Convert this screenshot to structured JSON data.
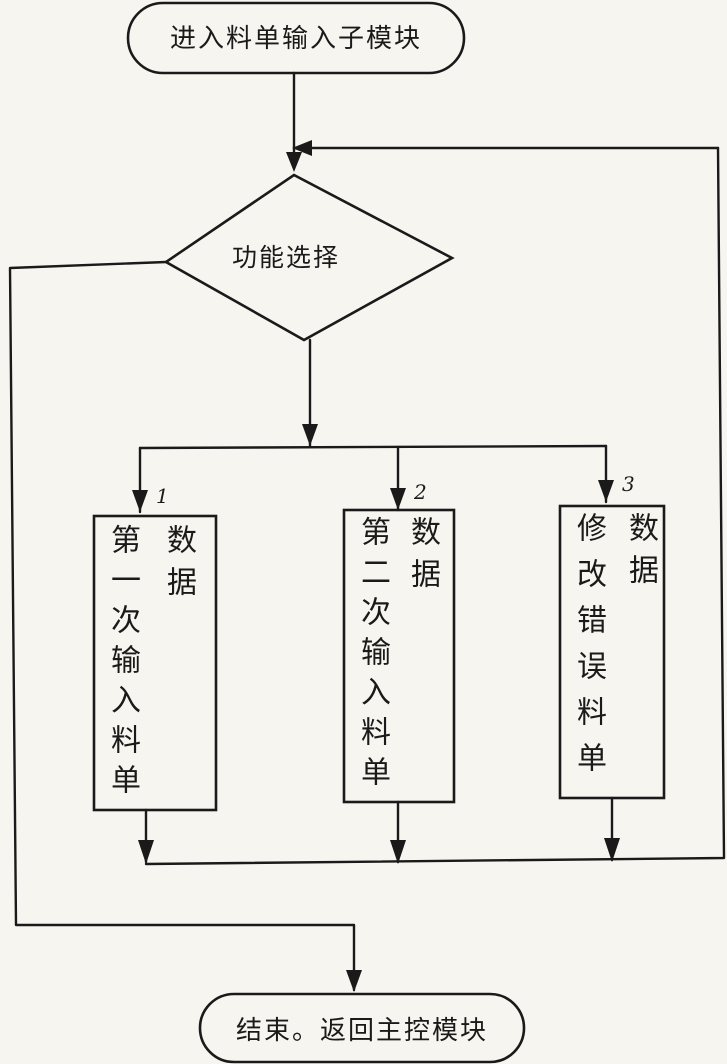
{
  "start": {
    "label": "进入料单输入子模块"
  },
  "decision": {
    "label": "功能选择"
  },
  "branches": [
    {
      "number": "1",
      "left_text": "第一次输入料单",
      "right_text": "数据"
    },
    {
      "number": "2",
      "left_text": "第二次输入料单",
      "right_text": "数据"
    },
    {
      "number": "3",
      "left_text": "修改错误料单",
      "right_text": "数据"
    }
  ],
  "end": {
    "label": "结束。返回主控模块"
  }
}
